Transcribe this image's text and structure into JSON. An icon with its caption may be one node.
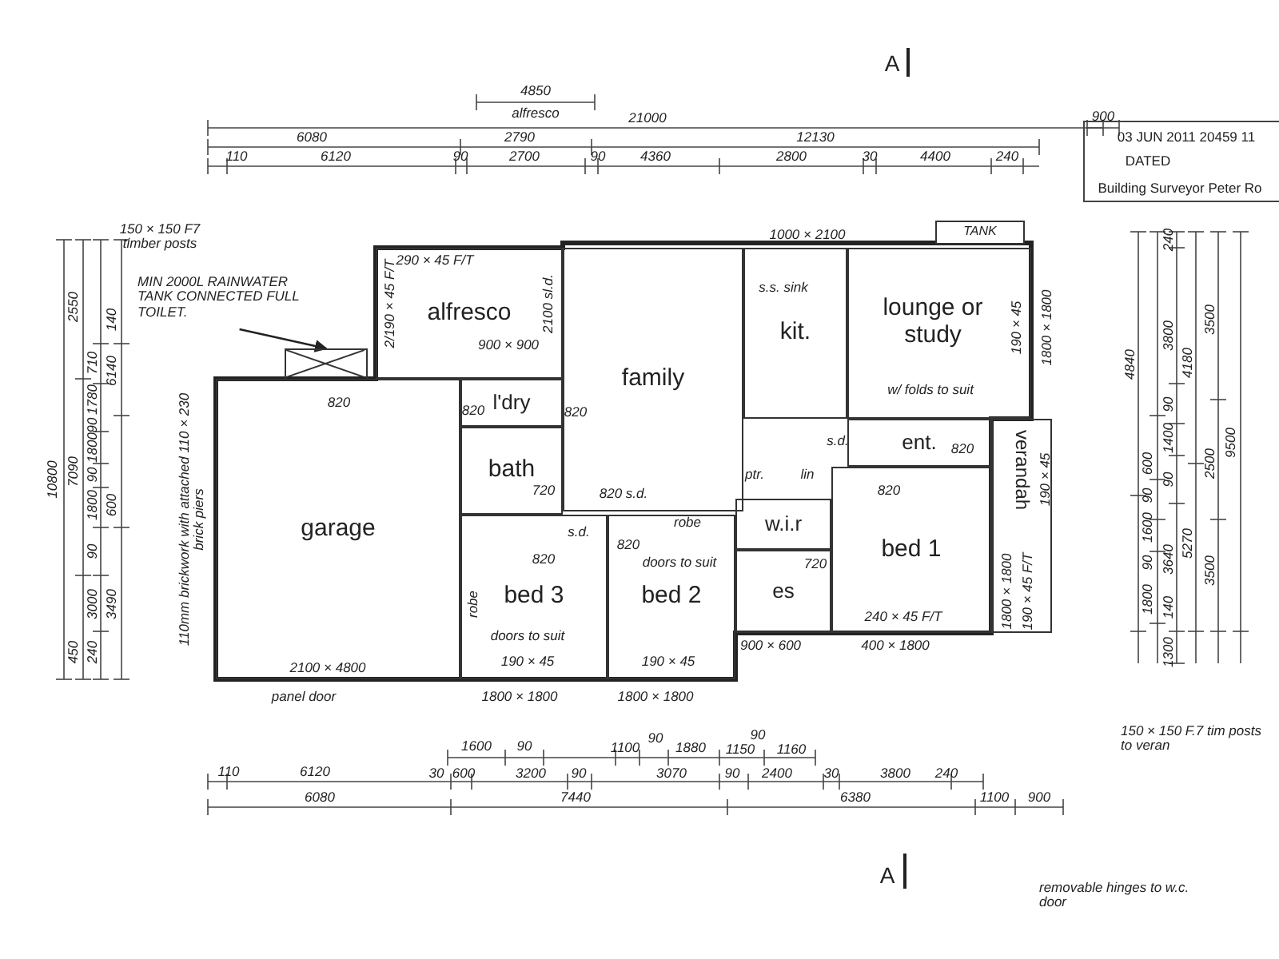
{
  "diagram": {
    "nodes": [
      {
        "text": [
          "alfresco"
        ]
      },
      {
        "text": [
          "MIN 2000L RAINWATER TANK CONNECTED FULL TOILET."
        ]
      },
      {
        "text": [],
        "shape": "box"
      },
      {
        "text": [
          "garage"
        ]
      },
      {
        "text": [
          "l'dry"
        ]
      },
      {
        "text": [
          "bath"
        ]
      },
      {
        "text": [
          "family"
        ]
      },
      {
        "text": [
          "kit."
        ]
      },
      {
        "text": [
          "lounge or study"
        ]
      },
      {
        "text": [
          "ent."
        ]
      },
      {
        "text": [
          "verandah"
        ]
      },
      {
        "text": [
          "bed 1"
        ]
      },
      {
        "text": [
          "w.i.r"
        ]
      },
      {
        "text": [
          "es"
        ]
      },
      {
        "text": [
          "bed 3"
        ]
      },
      {
        "text": [
          "bed 2"
        ]
      },
      {
        "text": [
          "TANK"
        ]
      }
    ],
    "edges": [
      {
        "from": 1,
        "to": 2,
        "arrow": "to"
      }
    ],
    "labels": [
      "A",
      "4850",
      "alfresco",
      "21000",
      "6080",
      "2790",
      "12130",
      "900",
      "110",
      "6120",
      "90",
      "2700",
      "90",
      "4360",
      "2800",
      "30",
      "4400",
      "240",
      "03 JUN 2011 20459 11",
      "DATED",
      "Building Surveyor Peter Ro",
      "150 × 150 F7 timber posts",
      "290 × 45 F/T",
      "2/190 × 45 F/T",
      "2100 sl.d.",
      "900 × 900",
      "1000 × 2100",
      "s.s. sink",
      "w/ folds to suit",
      "190 × 45",
      "1800 × 1800",
      "820",
      "820",
      "820",
      "720",
      "820 s.d.",
      "s.d.",
      "s.d.",
      "820",
      "ptr.",
      "lin",
      "820",
      "robe",
      "820",
      "820",
      "doors to suit",
      "720",
      "robe",
      "doors to suit",
      "190 × 45",
      "190 × 45",
      "240 × 45 F/T",
      "900 × 600",
      "400 × 1800",
      "1800 × 1800",
      "190 × 45 F/T",
      "190 × 45",
      "2100 × 4800",
      "panel door",
      "1800 × 1800",
      "1800 × 1800",
      "110mm brickwork with attached 110 × 230 brick piers",
      "10800",
      "2550",
      "7090",
      "450",
      "710",
      "1780",
      "90",
      "1800",
      "90",
      "1800",
      "90",
      "3000",
      "240",
      "140",
      "6140",
      "600",
      "3490",
      "4840",
      "600",
      "90",
      "1600",
      "90",
      "1800",
      "240",
      "3800",
      "90",
      "1400",
      "90",
      "3640",
      "140",
      "1300",
      "4180",
      "5270",
      "3500",
      "2500",
      "3500",
      "9500",
      "150 × 150 F.7 tim posts to veran",
      "1600",
      "90",
      "1100",
      "90",
      "1880",
      "1150",
      "90",
      "1160",
      "110",
      "6120",
      "30",
      "600",
      "3200",
      "90",
      "3070",
      "90",
      "2400",
      "30",
      "3800",
      "240",
      "6080",
      "7440",
      "6380",
      "1100",
      "900",
      "A",
      "removable hinges to w.c. door"
    ]
  }
}
